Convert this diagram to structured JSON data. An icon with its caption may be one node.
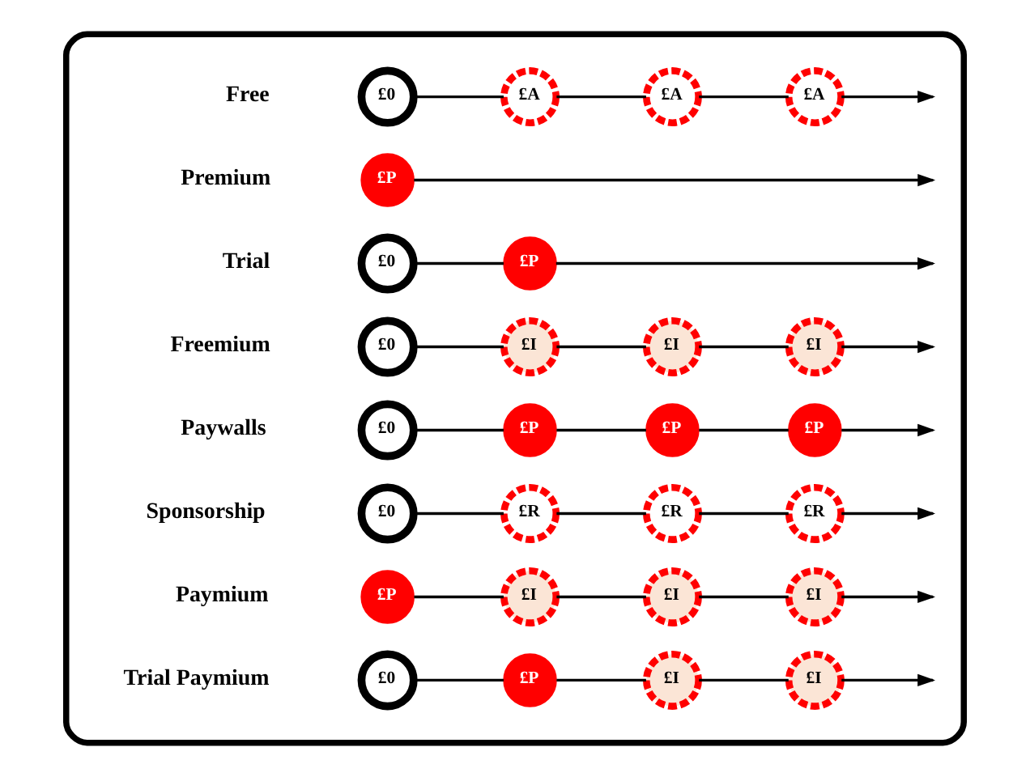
{
  "diagram": {
    "nodes": [
      {
        "text": [],
        "shape": "box"
      },
      {
        "text": [
          "£0"
        ],
        "in": 0
      },
      {
        "text": [
          "£A"
        ],
        "in": 0
      },
      {
        "text": [
          "£A"
        ],
        "in": 0
      },
      {
        "text": [
          "£A"
        ],
        "in": 0
      },
      {
        "text": [
          "£P"
        ],
        "in": 0
      },
      {
        "text": [
          "£0"
        ],
        "in": 0
      },
      {
        "text": [
          "£P"
        ],
        "in": 0
      },
      {
        "text": [
          "£0"
        ],
        "in": 0
      },
      {
        "text": [
          "£I"
        ],
        "in": 0
      },
      {
        "text": [
          "£I"
        ],
        "in": 0
      },
      {
        "text": [
          "£I"
        ],
        "in": 0
      },
      {
        "text": [
          "£0"
        ],
        "in": 0
      },
      {
        "text": [
          "£P"
        ],
        "in": 0
      },
      {
        "text": [
          "£P"
        ],
        "in": 0
      },
      {
        "text": [
          "£P"
        ],
        "in": 0
      },
      {
        "text": [
          "£0"
        ],
        "in": 0
      },
      {
        "text": [
          "£R"
        ],
        "in": 0
      },
      {
        "text": [
          "£R"
        ],
        "in": 0
      },
      {
        "text": [
          "£R"
        ],
        "in": 0
      },
      {
        "text": [
          "£P"
        ],
        "in": 0
      },
      {
        "text": [
          "£I"
        ],
        "in": 0
      },
      {
        "text": [
          "£I"
        ],
        "in": 0
      },
      {
        "text": [
          "£I"
        ],
        "in": 0
      },
      {
        "text": [
          "£0"
        ],
        "in": 0
      },
      {
        "text": [
          "£P"
        ],
        "in": 0
      },
      {
        "text": [
          "£I"
        ],
        "in": 0
      },
      {
        "text": [
          "£I"
        ],
        "in": 0
      }
    ],
    "edges": [
      {
        "from": 1,
        "to": 2,
        "arrow": "none"
      },
      {
        "from": 2,
        "to": 3,
        "arrow": "none"
      },
      {
        "from": 3,
        "to": 4,
        "arrow": "none"
      },
      {
        "from": 4,
        "to": null,
        "arrow": "to"
      },
      {
        "from": 5,
        "to": null,
        "arrow": "to"
      },
      {
        "from": 6,
        "to": 7,
        "arrow": "none"
      },
      {
        "from": 7,
        "to": null,
        "arrow": "to"
      },
      {
        "from": 8,
        "to": 9,
        "arrow": "none"
      },
      {
        "from": 9,
        "to": 10,
        "arrow": "none"
      },
      {
        "from": 10,
        "to": 11,
        "arrow": "none"
      },
      {
        "from": 11,
        "to": null,
        "arrow": "to"
      },
      {
        "from": 12,
        "to": 13,
        "arrow": "none"
      },
      {
        "from": 13,
        "to": 14,
        "arrow": "none"
      },
      {
        "from": 14,
        "to": 15,
        "arrow": "none"
      },
      {
        "from": 15,
        "to": null,
        "arrow": "to"
      },
      {
        "from": 16,
        "to": 17,
        "arrow": "none"
      },
      {
        "from": 17,
        "to": 18,
        "arrow": "none"
      },
      {
        "from": 18,
        "to": 19,
        "arrow": "none"
      },
      {
        "from": 19,
        "to": null,
        "arrow": "to"
      },
      {
        "from": 20,
        "to": 21,
        "arrow": "none"
      },
      {
        "from": 21,
        "to": 22,
        "arrow": "none"
      },
      {
        "from": 22,
        "to": 23,
        "arrow": "none"
      },
      {
        "from": 23,
        "to": null,
        "arrow": "to"
      },
      {
        "from": 24,
        "to": 25,
        "arrow": "none"
      },
      {
        "from": 25,
        "to": 26,
        "arrow": "none"
      },
      {
        "from": 26,
        "to": 27,
        "arrow": "none"
      },
      {
        "from": 27,
        "to": null,
        "arrow": "to"
      }
    ],
    "labels": [
      "Free",
      "Premium",
      "Trial",
      "Freemium",
      "Paywalls",
      "Sponsorship",
      "Paymium",
      "Trial Paymium"
    ]
  }
}
